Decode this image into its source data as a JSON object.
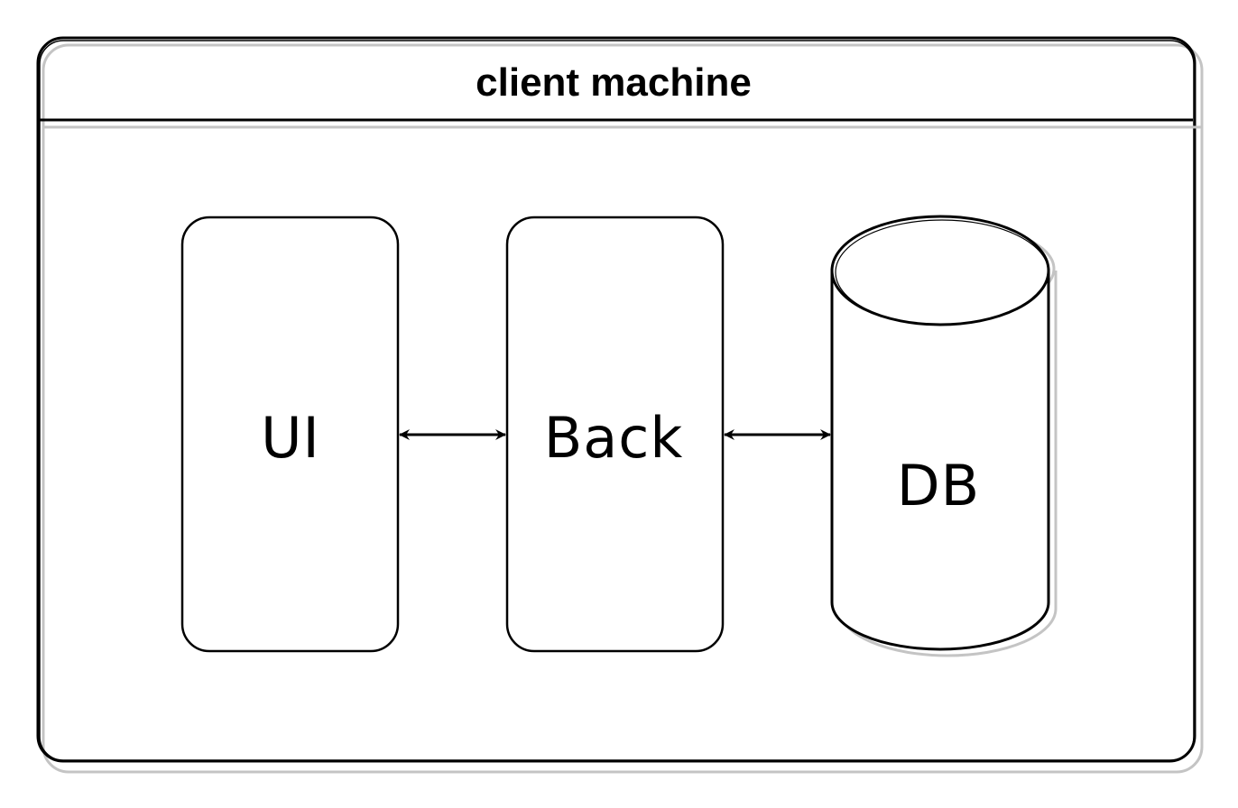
{
  "container": {
    "title": "client machine"
  },
  "nodes": {
    "ui": {
      "label": "UI",
      "shape": "rounded-rectangle"
    },
    "back": {
      "label": "Back",
      "shape": "rounded-rectangle"
    },
    "db": {
      "label": "DB",
      "shape": "cylinder"
    }
  },
  "edges": [
    {
      "from": "UI",
      "to": "Back",
      "direction": "bidirectional"
    },
    {
      "from": "Back",
      "to": "DB",
      "direction": "bidirectional"
    }
  ],
  "colors": {
    "stroke": "#000000",
    "shadow": "#bdbdbd",
    "background": "#ffffff"
  }
}
